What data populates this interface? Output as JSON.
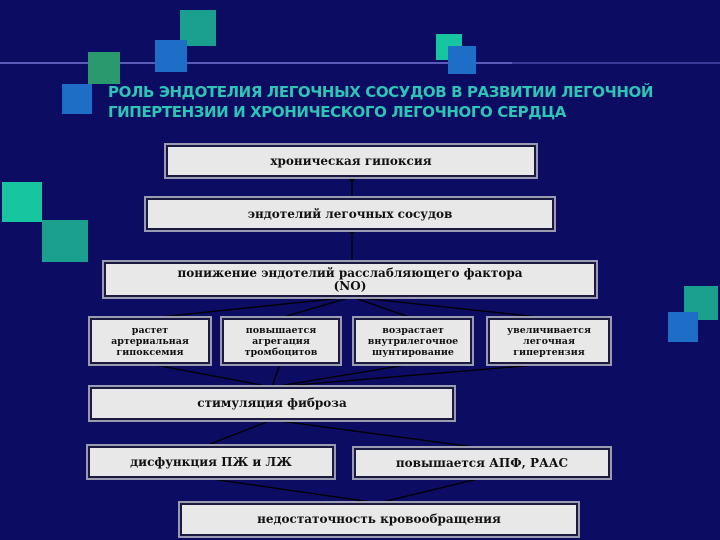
{
  "title": {
    "line1": "РОЛЬ ЭНДОТЕЛИЯ ЛЕГОЧНЫХ СОСУДОВ В РАЗВИТИИ ЛЕГОЧНОЙ",
    "line2": "ГИПЕРТЕНЗИИ И ХРОНИЧЕСКОГО ЛЕГОЧНОГО СЕРДЦА"
  },
  "colors": {
    "background": "#0c0c62",
    "title": "#2ec4b6",
    "box": "#e8e8e8",
    "connector": "#000000"
  },
  "boxes": {
    "hypoxia": "хроническая гипоксия",
    "endothelium": "эндотелий легочных сосудов",
    "no_line1": "понижение эндотелий расслабляющего фактора",
    "no_line2": "(NO)",
    "hypoxemia_1": "растет",
    "hypoxemia_2": "артериальная",
    "hypoxemia_3": "гипоксемия",
    "platelets_1": "повышается",
    "platelets_2": "агрегация",
    "platelets_3": "тромбоцитов",
    "shunt_1": "возрастает",
    "shunt_2": "внутрилегочное",
    "shunt_3": "шунтирование",
    "hypertension_1": "увеличивается",
    "hypertension_2": "легочная",
    "hypertension_3": "гипертензия",
    "fibrosis": "стимуляция фиброза",
    "dysfunction": "дисфункция ПЖ и ЛЖ",
    "ace": "повышается АПФ, РААС",
    "insufficiency": "недостаточность кровообращения"
  }
}
